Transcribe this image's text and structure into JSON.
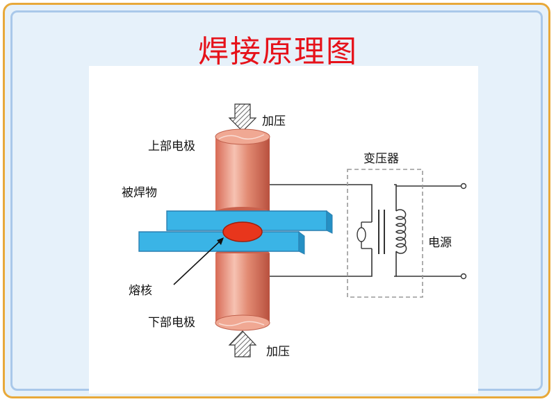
{
  "title": "焊接原理图",
  "labels": {
    "pressure_top": "加压",
    "pressure_bottom": "加压",
    "upper_electrode": "上部电极",
    "lower_electrode": "下部电极",
    "workpiece": "被焊物",
    "nugget": "熔核",
    "transformer": "变压器",
    "power_source": "电源"
  },
  "colors": {
    "frame_border": "#e8a93a",
    "background": "#e6f1fa",
    "title": "#e6121a",
    "electrode": "#e0826c",
    "plate": "#3ab4e6",
    "nugget": "#e8361c",
    "transformer_box": "#999999"
  }
}
